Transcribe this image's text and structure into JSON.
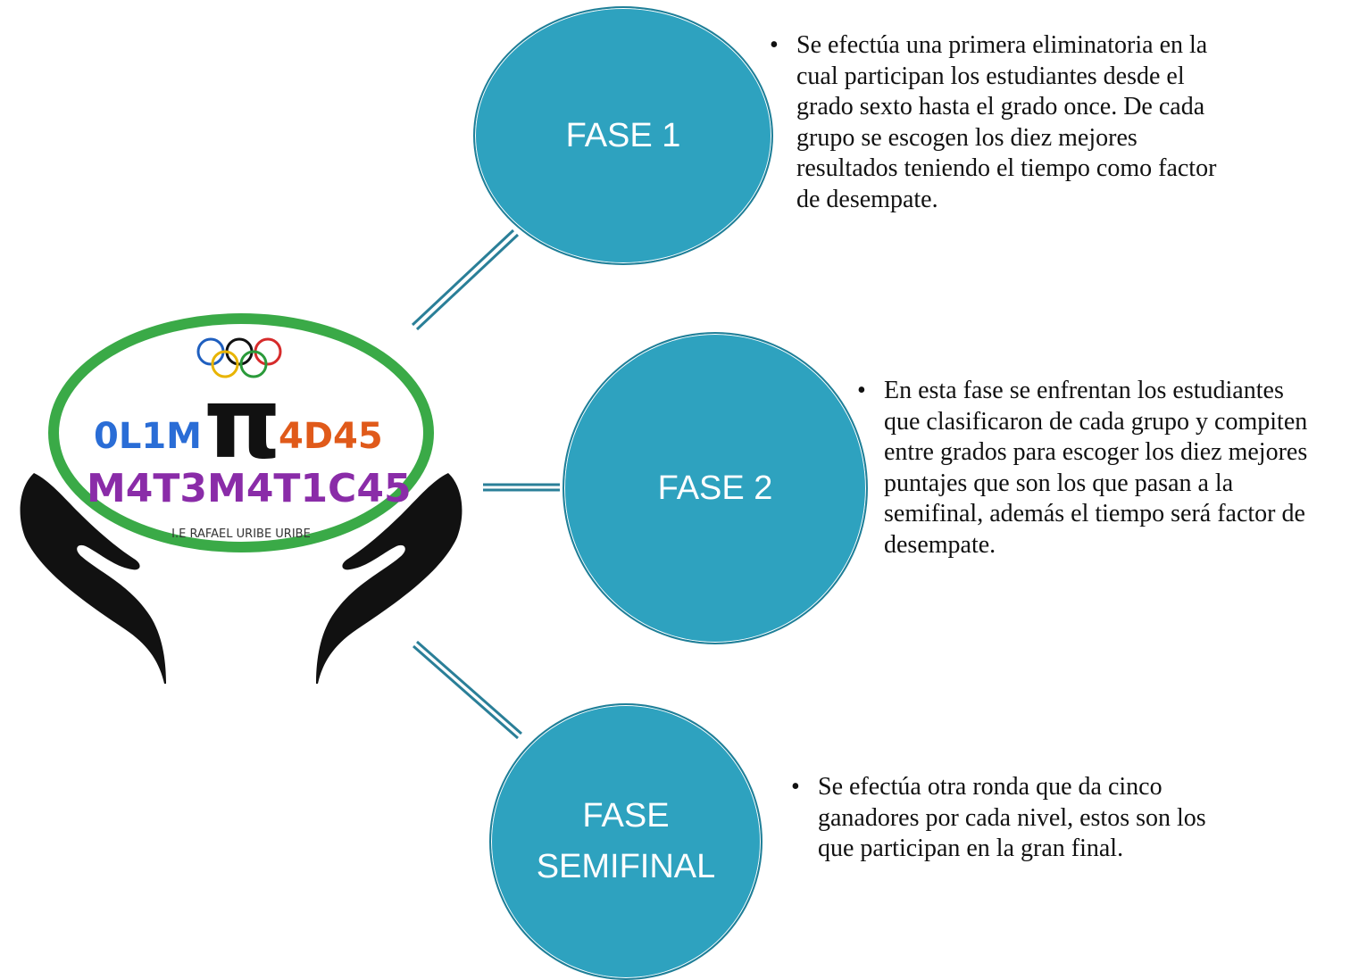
{
  "phases": [
    {
      "title_lines": [
        "FASE 1"
      ],
      "description": "Se efectúa una primera eliminatoria en la cual participan los estudiantes desde el grado sexto hasta el grado once. De cada grupo se escogen los diez mejores resultados teniendo el tiempo como factor de desempate."
    },
    {
      "title_lines": [
        "FASE 2"
      ],
      "description": "En esta fase se enfrentan los estudiantes que clasificaron de cada grupo y compiten entre grados para escoger los diez mejores puntajes que son los que pasan a la semifinal, además el tiempo será factor de desempate."
    },
    {
      "title_lines": [
        "FASE",
        "SEMIFINAL"
      ],
      "description": "Se efectúa otra ronda que da cinco ganadores por cada nivel, estos son los que participan en la gran final."
    }
  ],
  "logo": {
    "line1": "0L1M",
    "pi": "π",
    "line1_end": "4D45",
    "line2": "M4T3M4T1C45",
    "school": "I.E RAFAEL URIBE URIBE",
    "ring_color": "#3aaa47"
  },
  "colors": {
    "circle_fill": "#2ea2bf",
    "connector": "#2a7f98"
  }
}
